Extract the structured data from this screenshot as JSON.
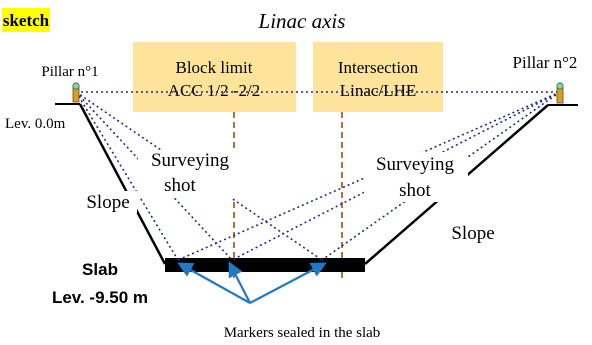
{
  "header": {
    "tag": "sketch",
    "title": "Linac axis"
  },
  "boxes": {
    "block_limit": {
      "line1": "Block limit",
      "line2": "ACC 1/2 -2/2"
    },
    "intersection": {
      "line1": "Intersection",
      "line2": "Linac/LHE"
    }
  },
  "pillars": {
    "left": {
      "label": "Pillar n°1",
      "level": "Lev. 0.0m"
    },
    "right": {
      "label": "Pillar n°2"
    }
  },
  "labels": {
    "surveying_left": {
      "line1": "Surveying",
      "line2": "shot"
    },
    "surveying_right": {
      "line1": "Surveying",
      "line2": "shot"
    },
    "slope_left": "Slope",
    "slope_right": "Slope",
    "slab_title": "Slab",
    "slab_level": "Lev. -9.50 m",
    "markers_caption": "Markers sealed in the slab"
  },
  "colors": {
    "highlight": "#ffff00",
    "box_fill": "#fde49a",
    "dotted_lines": "#1f2d8a",
    "dashed_lines": "#b0601f",
    "marker_arrows": "#1f78c8",
    "slab": "#000000"
  },
  "icons": {
    "left_pillar": "survey-pillar-icon",
    "right_pillar": "survey-pillar-icon"
  }
}
